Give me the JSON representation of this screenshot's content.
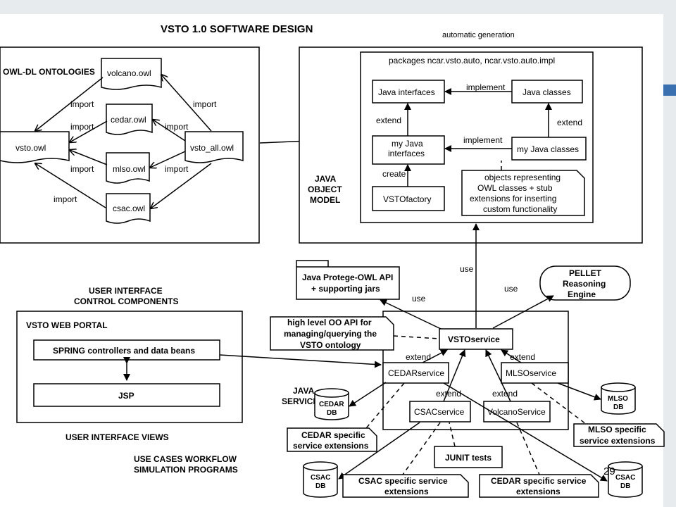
{
  "title": "VSTO 1.0 SOFTWARE DESIGN",
  "page_number": "29",
  "owl": {
    "heading": "OWL-DL ONTOLOGIES",
    "vsto": "vsto.owl",
    "volcano": "volcano.owl",
    "cedar": "cedar.owl",
    "mlso": "mlso.owl",
    "csac": "csac.owl",
    "vsto_all": "vsto_all.owl",
    "import_label": "import"
  },
  "java_model": {
    "auto_gen": "automatic generation",
    "packages": "packages ncar.vsto.auto, ncar.vsto.auto.impl",
    "java_interfaces": "Java interfaces",
    "java_classes": "Java classes",
    "implement": "implement",
    "extend": "extend",
    "my_java_interfaces_1": "my Java",
    "my_java_interfaces_2": "interfaces",
    "my_java_classes": "my Java classes",
    "create": "create",
    "vsto_factory": "VSTOfactory",
    "objects_note": [
      "objects representing",
      "OWL classes + stub",
      "extensions for inserting",
      "custom functionality"
    ],
    "label": [
      "JAVA",
      "OBJECT",
      "MODEL"
    ]
  },
  "protege": [
    "Java Protege-OWL API",
    "+ supporting jars"
  ],
  "pellet": [
    "PELLET",
    "Reasoning",
    "Engine"
  ],
  "use_label": "use",
  "ui": {
    "control_heading": [
      "USER INTERFACE",
      "CONTROL COMPONENTS"
    ],
    "portal": "VSTO WEB PORTAL",
    "spring": "SPRING controllers and data beans",
    "jsp": "JSP",
    "views": "USER INTERFACE VIEWS",
    "workflow": [
      "USE CASES WORKFLOW",
      "SIMULATION PROGRAMS"
    ]
  },
  "services": {
    "api_note": [
      "high level OO API for",
      "managing/querying the",
      "VSTO ontology"
    ],
    "vsto_service": "VSTOservice",
    "cedar_service": "CEDARservice",
    "mlso_service": "MLSOservice",
    "csac_service": "CSACservice",
    "volcano_service": "VolcanoService",
    "label": [
      "JAVA",
      "SERVICES"
    ],
    "extend": "extend",
    "junit": "JUNIT tests"
  },
  "dbs": {
    "cedar": [
      "CEDAR",
      "DB"
    ],
    "mlso": [
      "MLSO",
      "DB"
    ],
    "csac": [
      "CSAC",
      "DB"
    ],
    "cedar2": [
      "CSAC",
      "DB"
    ]
  },
  "extensions": {
    "cedar": [
      "CEDAR specific",
      "service extensions"
    ],
    "mlso": [
      "MLSO specific",
      "service extensions"
    ],
    "csac": [
      "CSAC specific service",
      "extensions"
    ],
    "cedar2": [
      "CEDAR specific service",
      "extensions"
    ]
  }
}
